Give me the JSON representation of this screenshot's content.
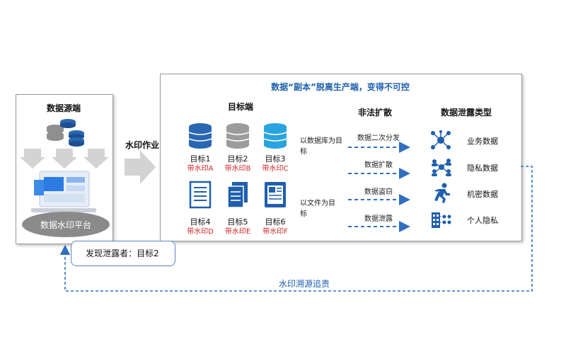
{
  "source": {
    "title": "数据源端",
    "platform_label": "数据水印平台"
  },
  "watermark_op": "水印作业",
  "main_title": "数据“副本”脱离生产端，变得不可控",
  "sections": {
    "targets": "目标端",
    "spread": "非法扩散",
    "types": "数据泄露类型"
  },
  "targets": [
    {
      "name": "目标1",
      "mark": "带水印A",
      "icon": "database-icon",
      "color": "#2a67b2"
    },
    {
      "name": "目标2",
      "mark": "带水印B",
      "icon": "database-icon",
      "color": "#9c9c9c"
    },
    {
      "name": "目标3",
      "mark": "带水印C",
      "icon": "database-icon",
      "color": "#2aa3e0"
    },
    {
      "name": "目标4",
      "mark": "带水印D",
      "icon": "document-icon",
      "color": "#1f5fae"
    },
    {
      "name": "目标5",
      "mark": "带水印E",
      "icon": "files-icon",
      "color": "#1f5fae"
    },
    {
      "name": "目标6",
      "mark": "带水印F",
      "icon": "newspaper-icon",
      "color": "#1f5fae"
    }
  ],
  "middle_labels": {
    "db": "以数据库为目标",
    "file": "以文件为目标"
  },
  "spread_items": [
    "数据二次分发",
    "数据扩散",
    "数据盗窃",
    "数据泄露"
  ],
  "leak_types": [
    {
      "label": "业务数据",
      "icon": "network-icon"
    },
    {
      "label": "隐私数据",
      "icon": "people-network-icon"
    },
    {
      "label": "机密数据",
      "icon": "runner-icon"
    },
    {
      "label": "个人隐私",
      "icon": "building-people-icon"
    }
  ],
  "callout": "发现泄露者：目标2",
  "trace_label": "水印溯源追责",
  "colors": {
    "accent": "#1f5fae",
    "mark_red": "#d42424",
    "dash_blue": "#2f6fbf"
  }
}
